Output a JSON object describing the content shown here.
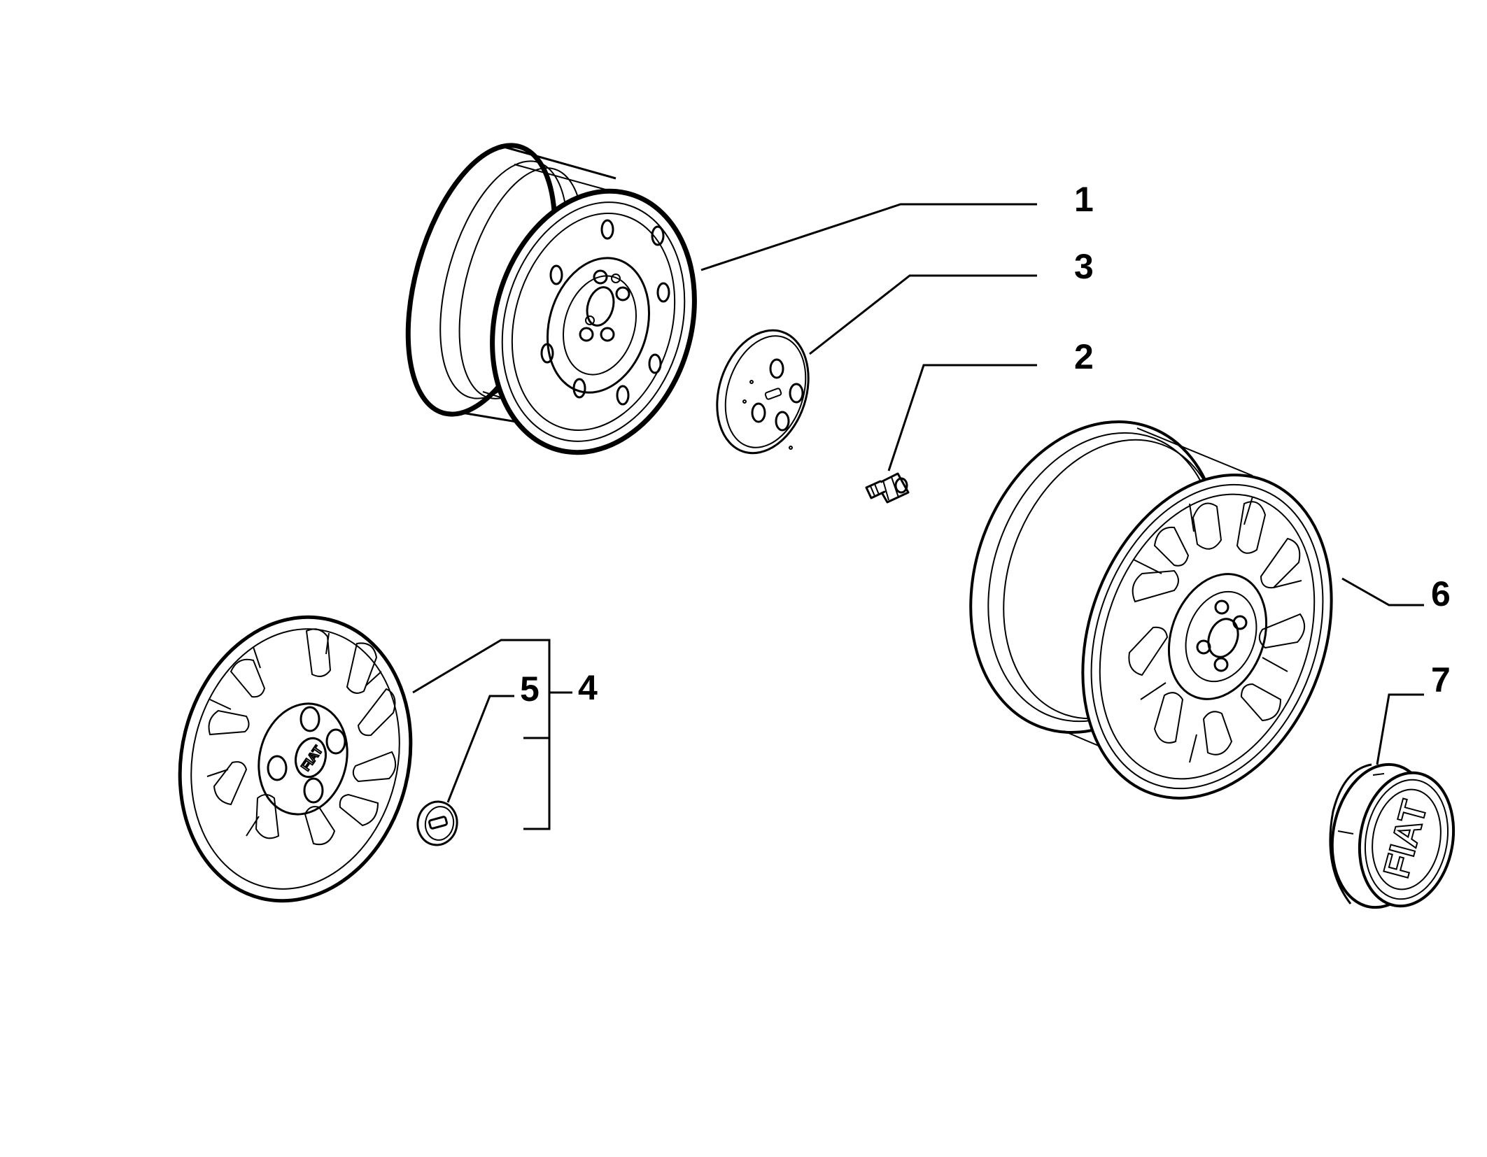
{
  "diagram": {
    "callouts": [
      {
        "id": "1",
        "text": "1"
      },
      {
        "id": "2",
        "text": "2"
      },
      {
        "id": "3",
        "text": "3"
      },
      {
        "id": "4",
        "text": "4"
      },
      {
        "id": "5",
        "text": "5"
      },
      {
        "id": "6",
        "text": "6"
      },
      {
        "id": "7",
        "text": "7"
      }
    ],
    "logos": {
      "hubcap_logo": "FIAT",
      "center_cap_logo": "FIAT"
    },
    "colors": {
      "line": "#000000",
      "background": "#ffffff"
    }
  }
}
